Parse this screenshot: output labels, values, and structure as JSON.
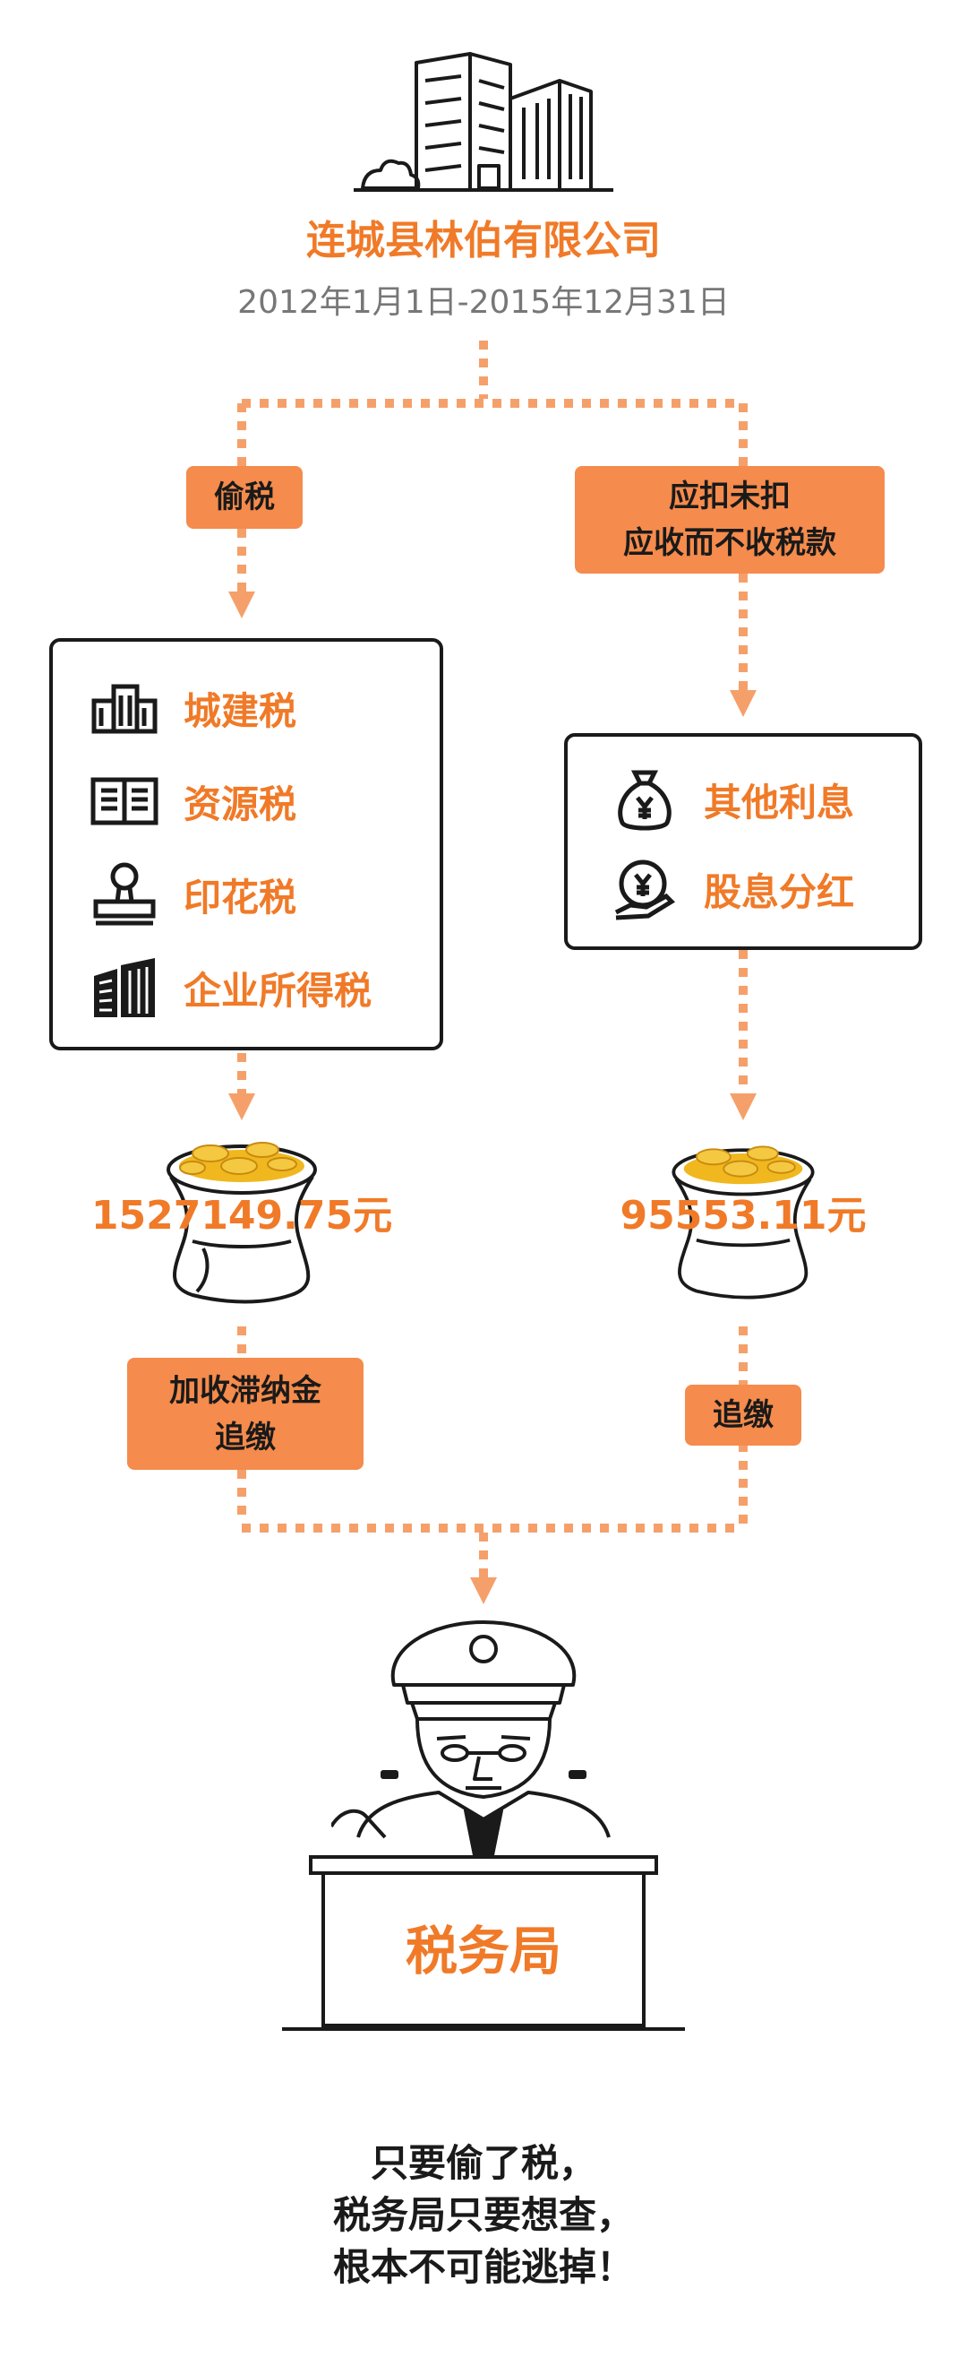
{
  "company": {
    "name": "连城县林伯有限公司",
    "period": "2012年1月1日-2015年12月31日"
  },
  "left_branch": {
    "tag": "偷税",
    "items": [
      {
        "label": "城建税",
        "icon": "buildings-icon"
      },
      {
        "label": "资源税",
        "icon": "book-icon"
      },
      {
        "label": "印花税",
        "icon": "stamp-icon"
      },
      {
        "label": "企业所得税",
        "icon": "office-building-icon"
      }
    ],
    "amount": "1527149.75元",
    "action_lines": [
      "加收滞纳金",
      "追缴"
    ]
  },
  "right_branch": {
    "tag_lines": [
      "应扣未扣",
      "应收而不收税款"
    ],
    "items": [
      {
        "label": "其他利息",
        "icon": "money-bag-yen-icon"
      },
      {
        "label": "股息分红",
        "icon": "hand-yen-coin-icon"
      }
    ],
    "amount": "95553.11元",
    "action": "追缴"
  },
  "bureau": {
    "label": "税务局"
  },
  "closing": {
    "lines": [
      "只要偷了税，",
      "税务局只要想查，",
      "根本不可能逃掉！"
    ]
  },
  "colors": {
    "accent": "#f07a28",
    "tag_bg": "#f58b4c",
    "dots": "#f5a06a",
    "text_dark": "#1a1a1a",
    "text_gray": "#777777"
  }
}
